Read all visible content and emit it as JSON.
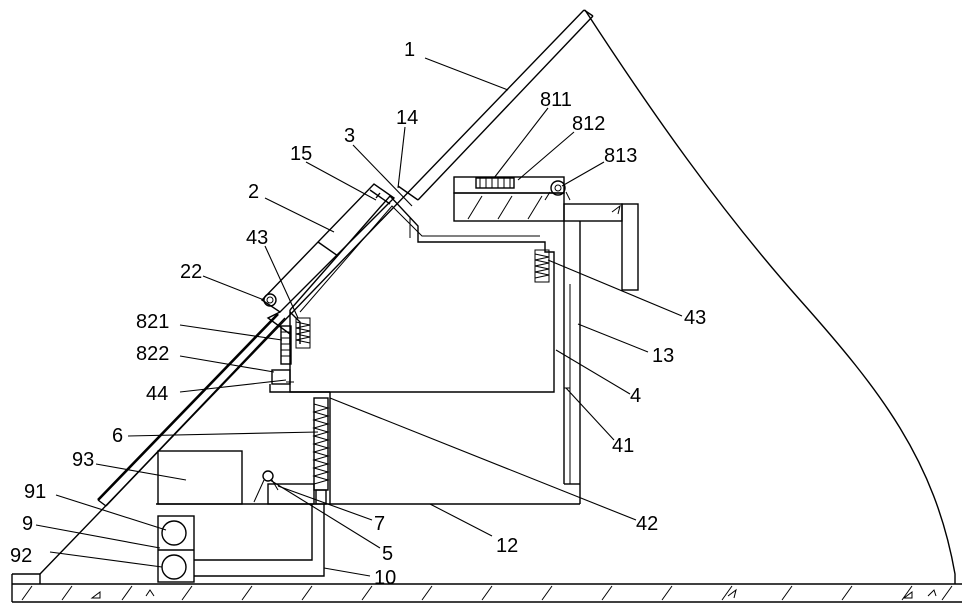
{
  "labels": {
    "l1": "1",
    "l2": "2",
    "l3": "3",
    "l14": "14",
    "l15": "15",
    "l22": "22",
    "l43a": "43",
    "l43b": "43",
    "l811": "811",
    "l812": "812",
    "l813": "813",
    "l821": "821",
    "l822": "822",
    "l44": "44",
    "l6": "6",
    "l93": "93",
    "l91": "91",
    "l9": "9",
    "l92": "92",
    "l13": "13",
    "l4": "4",
    "l41": "41",
    "l42": "42",
    "l7": "7",
    "l5": "5",
    "l12": "12",
    "l10": "10"
  }
}
